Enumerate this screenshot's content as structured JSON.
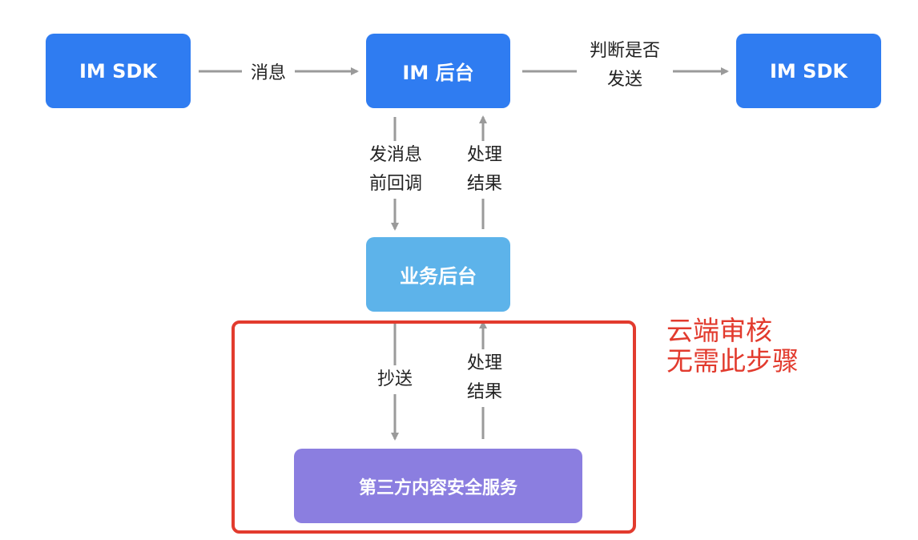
{
  "nodes": {
    "sdk_left": "IM SDK",
    "im_backend": "IM 后台",
    "sdk_right": "IM SDK",
    "biz_backend": "业务后台",
    "third_party": "第三方内容安全服务"
  },
  "edges": {
    "message": "消息",
    "decide_line1": "判断是否",
    "decide_line2": "发送",
    "before_line1": "发消息",
    "before_line2": "前回调",
    "result_top_line1": "处理",
    "result_top_line2": "结果",
    "copy": "抄送",
    "result_bottom_line1": "处理",
    "result_bottom_line2": "结果"
  },
  "note": {
    "line1": "云端审核",
    "line2": "无需此步骤"
  },
  "colors": {
    "primary_node": "#2f7cf1",
    "business_node": "#5db3ea",
    "service_node": "#8b7ee0",
    "highlight": "#e23b2e",
    "connector": "#9a9a9a"
  }
}
